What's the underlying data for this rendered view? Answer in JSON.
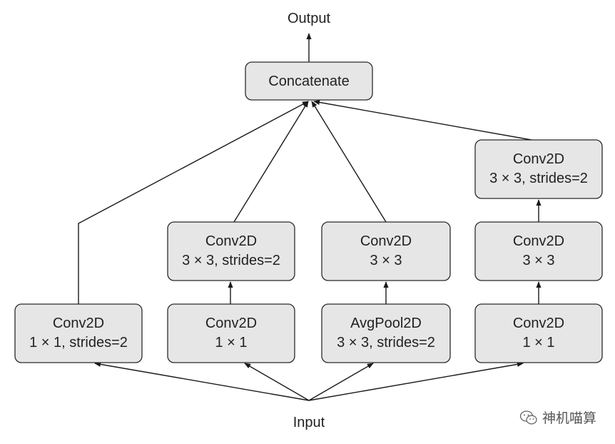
{
  "input_label": "Input",
  "output_label": "Output",
  "concatenate": {
    "label": "Concatenate"
  },
  "branches": [
    {
      "nodes": [
        {
          "line1": "Conv2D",
          "line2": "1 × 1, strides=2"
        }
      ]
    },
    {
      "nodes": [
        {
          "line1": "Conv2D",
          "line2": "1 × 1"
        },
        {
          "line1": "Conv2D",
          "line2": "3 × 3, strides=2"
        }
      ]
    },
    {
      "nodes": [
        {
          "line1": "AvgPool2D",
          "line2": "3 × 3, strides=2"
        },
        {
          "line1": "Conv2D",
          "line2": "3 × 3"
        }
      ]
    },
    {
      "nodes": [
        {
          "line1": "Conv2D",
          "line2": "1 × 1"
        },
        {
          "line1": "Conv2D",
          "line2": "3 × 3"
        },
        {
          "line1": "Conv2D",
          "line2": "3 × 3, strides=2"
        }
      ]
    }
  ],
  "watermark": {
    "text": "神机喵算",
    "icon": "wechat-icon"
  }
}
